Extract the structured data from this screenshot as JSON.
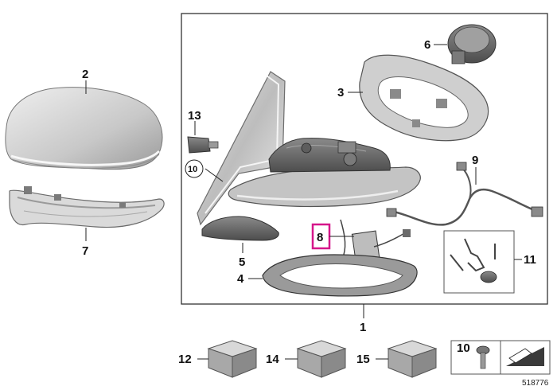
{
  "parts": {
    "p1": "1",
    "p2": "2",
    "p3": "3",
    "p4": "4",
    "p5": "5",
    "p6": "6",
    "p7": "7",
    "p8": "8",
    "p9": "9",
    "p10": "10",
    "p11": "11",
    "p12": "12",
    "p13": "13",
    "p14": "14",
    "p15": "15"
  },
  "legend_box_label": "10",
  "image_number": "518776",
  "colors": {
    "highlight": "#d6168a",
    "part_fill": "#c9c9c9",
    "part_dark": "#6a6a6a"
  },
  "icons": {
    "mirror_cap": "mirror-cap-icon",
    "turn_signal": "turn-signal-icon",
    "mirror_glass": "mirror-glass-icon",
    "mount_frame": "mount-frame-icon",
    "motor": "adjust-motor-icon",
    "wiring": "wiring-harness-icon",
    "screw": "screw-icon",
    "box": "parts-box-icon"
  }
}
